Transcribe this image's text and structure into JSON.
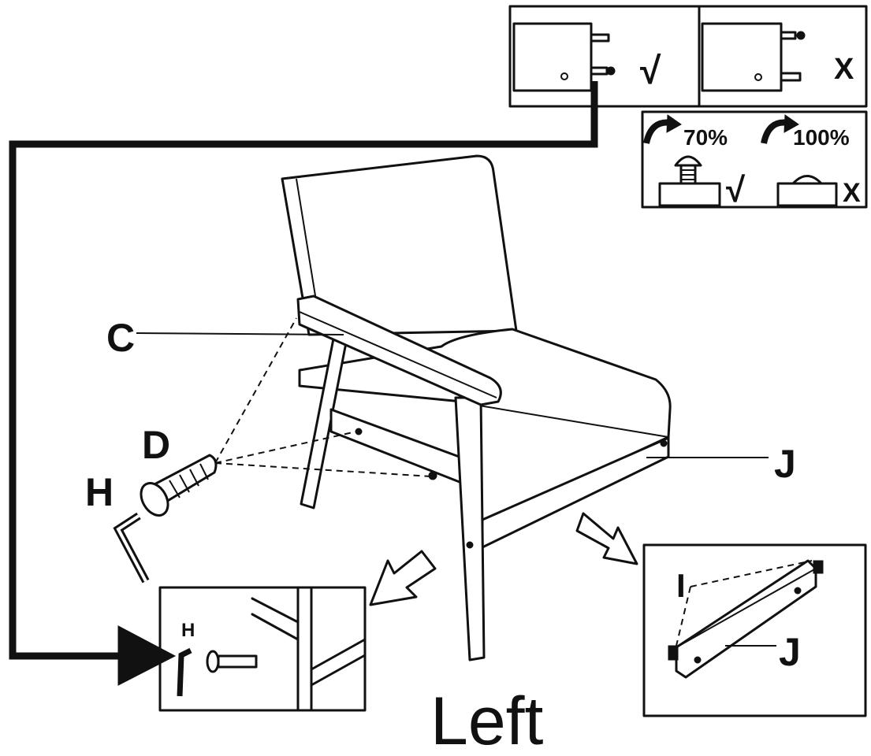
{
  "labels": {
    "armrest": "C",
    "bolt": "D",
    "allen_key": "H",
    "seat_rail": "J",
    "detail_allen_key": "H",
    "detail_rail": "J",
    "detail_insert": "I",
    "side": "Left"
  },
  "torque": {
    "correct": "70%",
    "incorrect": "100%"
  },
  "marks": {
    "check": "√",
    "cross": "X"
  },
  "icons": {
    "rotate": "rotate-arrow-icon",
    "arrow": "pointer-arrow-icon"
  }
}
